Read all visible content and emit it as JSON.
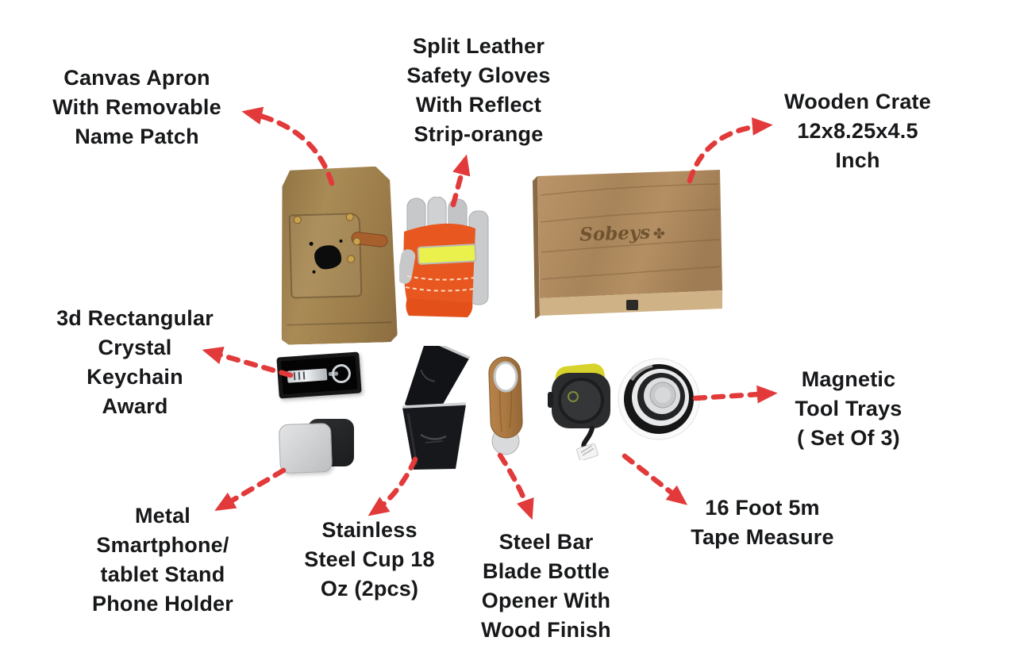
{
  "colors": {
    "background": "#ffffff",
    "arrow_red": "#e23a3a",
    "label_text": "#17181a",
    "apron_canvas": "#9c7d4a",
    "glove_orange": "#e8571f",
    "glove_grey": "#c6c8ca",
    "reflective_yellow": "#eaf14c",
    "crate_wood": "#b3906a",
    "tape_yellow": "#d8d32c",
    "cup_black": "#17181b"
  },
  "items": [
    {
      "id": "canvas-apron",
      "label_lines": [
        "Canvas Apron",
        "With Removable",
        "Name Patch"
      ]
    },
    {
      "id": "safety-gloves",
      "label_lines": [
        "Split Leather",
        "Safety Gloves",
        "With Reflect",
        "Strip-orange"
      ]
    },
    {
      "id": "wooden-crate",
      "label_lines": [
        "Wooden Crate",
        "12x8.25x4.5",
        "Inch"
      ]
    },
    {
      "id": "crystal-keychain",
      "label_lines": [
        "3d Rectangular",
        "Crystal",
        "Keychain",
        "Award"
      ]
    },
    {
      "id": "phone-holder",
      "label_lines": [
        "Metal",
        "Smartphone/",
        "tablet Stand",
        "Phone Holder"
      ]
    },
    {
      "id": "steel-cups",
      "label_lines": [
        "Stainless",
        "Steel Cup 18",
        "Oz (2pcs)"
      ]
    },
    {
      "id": "bottle-opener",
      "label_lines": [
        "Steel Bar",
        "Blade Bottle",
        "Opener With",
        "Wood Finish"
      ]
    },
    {
      "id": "tape-measure",
      "label_lines": [
        "16 Foot 5m",
        "Tape Measure"
      ]
    },
    {
      "id": "tool-trays",
      "label_lines": [
        "Magnetic",
        "Tool Trays",
        "( Set Of 3)"
      ]
    }
  ],
  "crate": {
    "logo_text": "Sobeys",
    "logo_mark": "✤"
  }
}
